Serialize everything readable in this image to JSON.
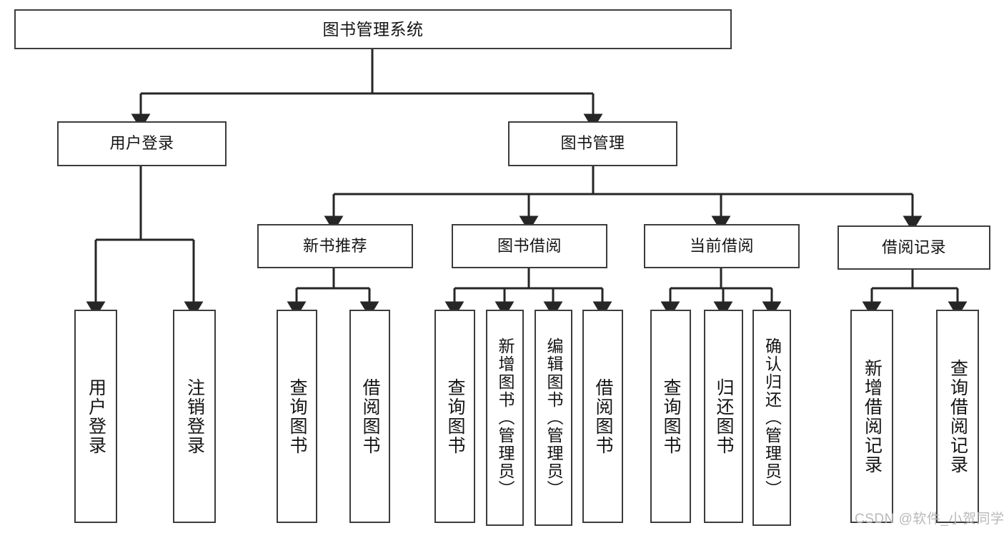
{
  "diagram": {
    "type": "tree",
    "title": "图书管理系统",
    "orientation": "top-down",
    "colors": {
      "background": "#ffffff",
      "node_border": "#3c3c3c",
      "node_fill": "#ffffff",
      "connector": "#262626",
      "text": "#141414",
      "watermark": "#b9b9b9"
    },
    "root": {
      "label": "图书管理系统"
    },
    "level1": [
      {
        "label": "用户登录"
      },
      {
        "label": "图书管理"
      }
    ],
    "level2": [
      {
        "label": "新书推荐"
      },
      {
        "label": "图书借阅"
      },
      {
        "label": "当前借阅"
      },
      {
        "label": "借阅记录"
      }
    ],
    "leaves": [
      {
        "label": "用户登录",
        "parent": "用户登录"
      },
      {
        "label": "注销登录",
        "parent": "用户登录"
      },
      {
        "label": "查询图书",
        "parent": "新书推荐"
      },
      {
        "label": "借阅图书",
        "parent": "新书推荐"
      },
      {
        "label": "查询图书",
        "parent": "图书借阅"
      },
      {
        "label": "新增图书（管理员）",
        "parent": "图书借阅"
      },
      {
        "label": "编辑图书（管理员）",
        "parent": "图书借阅"
      },
      {
        "label": "借阅图书",
        "parent": "图书借阅"
      },
      {
        "label": "查询图书",
        "parent": "当前借阅"
      },
      {
        "label": "归还图书",
        "parent": "当前借阅"
      },
      {
        "label": "确认归还（管理员）",
        "parent": "当前借阅"
      },
      {
        "label": "新增借阅记录",
        "parent": "借阅记录"
      },
      {
        "label": "查询借阅记录",
        "parent": "借阅记录"
      }
    ]
  },
  "watermark": {
    "text": "CSDN @软件_小贺同学"
  }
}
